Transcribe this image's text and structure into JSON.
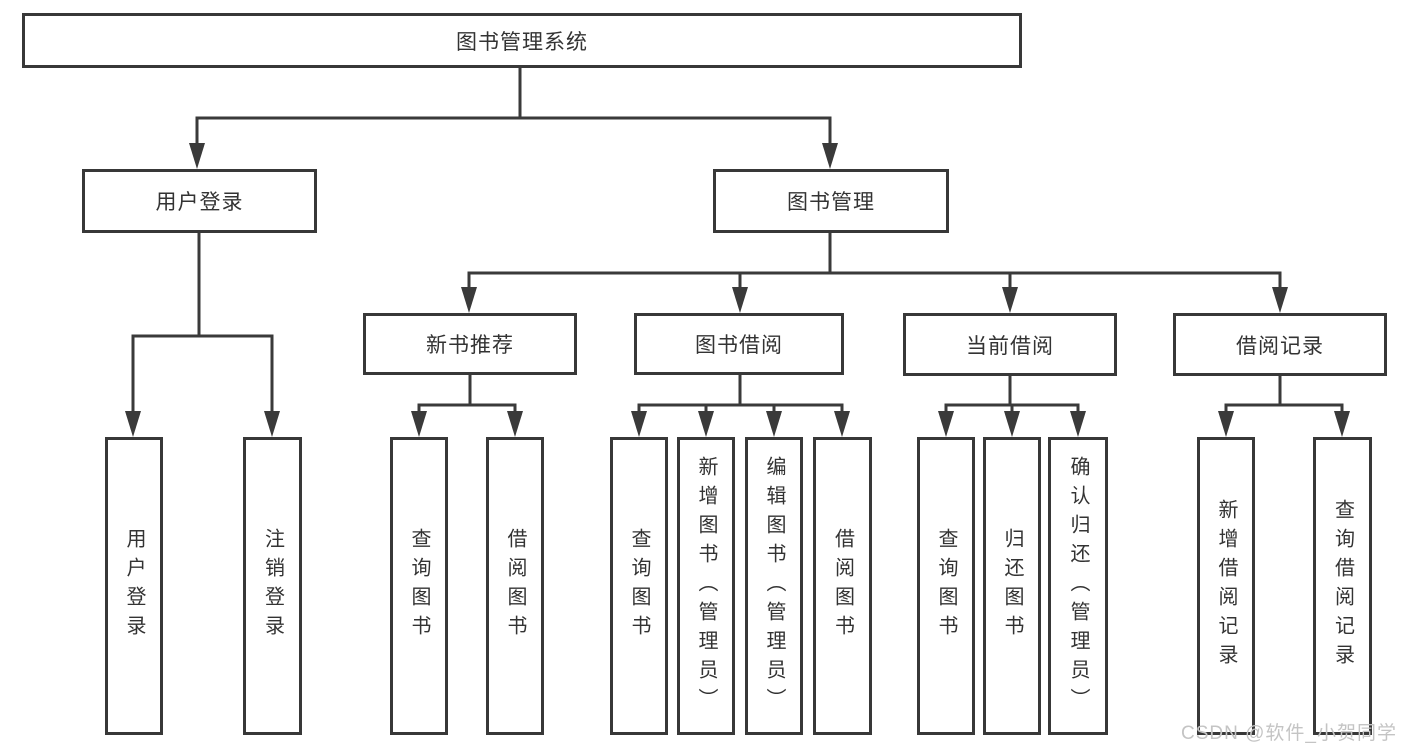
{
  "colors": {
    "line": "#3a3a3a",
    "box_border": "#383838",
    "text": "#333333",
    "watermark": "#c4c4c4",
    "background": "#ffffff"
  },
  "nodes": {
    "root": "图书管理系统",
    "user_login": "用户登录",
    "book_mgmt": "图书管理",
    "user_login_child": "用户登录",
    "logout_child": "注销登录",
    "new_book_rec": "新书推荐",
    "book_borrow": "图书借阅",
    "current_borrow": "当前借阅",
    "borrow_records": "借阅记录",
    "nb_query": "查询图书",
    "nb_borrow": "借阅图书",
    "bb_query": "查询图书",
    "bb_add": "新增图书（管理员）",
    "bb_edit": "编辑图书（管理员）",
    "bb_borrow": "借阅图书",
    "cb_query": "查询图书",
    "cb_return": "归还图书",
    "cb_confirm": "确认归还（管理员）",
    "br_add": "新增借阅记录",
    "br_query": "查询借阅记录"
  },
  "watermark": "CSDN @软件_小贺同学"
}
